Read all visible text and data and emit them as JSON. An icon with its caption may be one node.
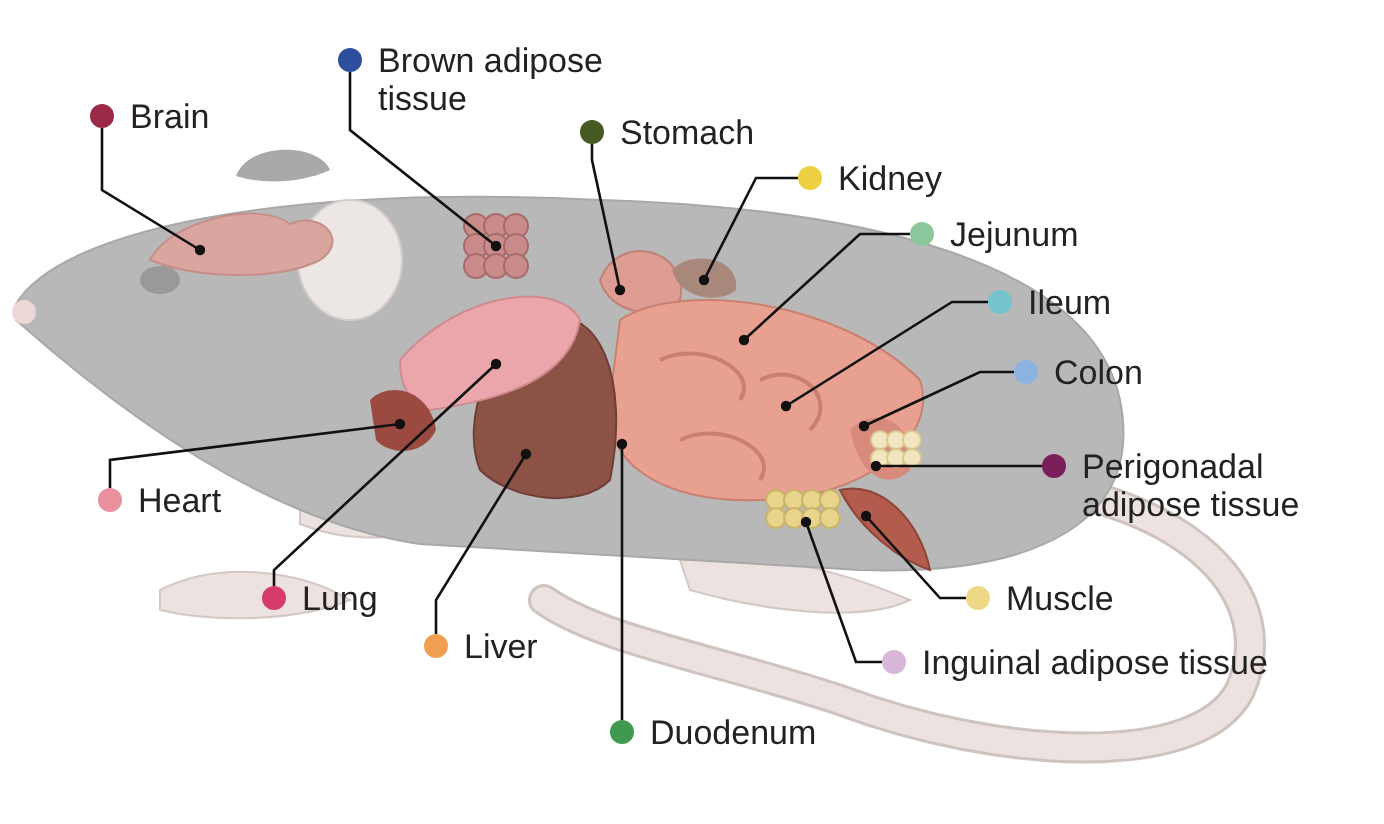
{
  "diagram": {
    "nodes": [
      {
        "text": [
          "Brain"
        ]
      },
      {
        "text": [
          "Brown adipose tissue"
        ]
      },
      {
        "text": [
          "Stomach"
        ]
      },
      {
        "text": [
          "Kidney"
        ]
      },
      {
        "text": [
          "Jejunum"
        ]
      },
      {
        "text": [
          "Ileum"
        ]
      },
      {
        "text": [
          "Colon"
        ]
      },
      {
        "text": [
          "Perigonadal adipose tissue"
        ]
      },
      {
        "text": [
          "Heart"
        ]
      },
      {
        "text": [
          "Muscle"
        ]
      },
      {
        "text": [
          "Lung"
        ]
      },
      {
        "text": [
          "Liver"
        ]
      },
      {
        "text": [
          "Inguinal adipose tissue"
        ]
      },
      {
        "text": [
          "Duodenum"
        ]
      }
    ],
    "edges": [
      {
        "from": 0,
        "to": null,
        "arrow": "other"
      },
      {
        "from": 1,
        "to": null,
        "arrow": "other"
      },
      {
        "from": 2,
        "to": null,
        "arrow": "other"
      },
      {
        "from": 3,
        "to": null,
        "arrow": "other"
      },
      {
        "from": 4,
        "to": null,
        "arrow": "other"
      },
      {
        "from": 5,
        "to": null,
        "arrow": "other"
      },
      {
        "from": 6,
        "to": null,
        "arrow": "other"
      },
      {
        "from": 7,
        "to": null,
        "arrow": "other"
      },
      {
        "from": 8,
        "to": null,
        "arrow": "other"
      },
      {
        "from": 9,
        "to": null,
        "arrow": "other"
      },
      {
        "from": 10,
        "to": null,
        "arrow": "other"
      },
      {
        "from": 11,
        "to": null,
        "arrow": "other"
      },
      {
        "from": 12,
        "to": null,
        "arrow": "other"
      },
      {
        "from": 13,
        "to": null,
        "arrow": "other"
      }
    ]
  }
}
